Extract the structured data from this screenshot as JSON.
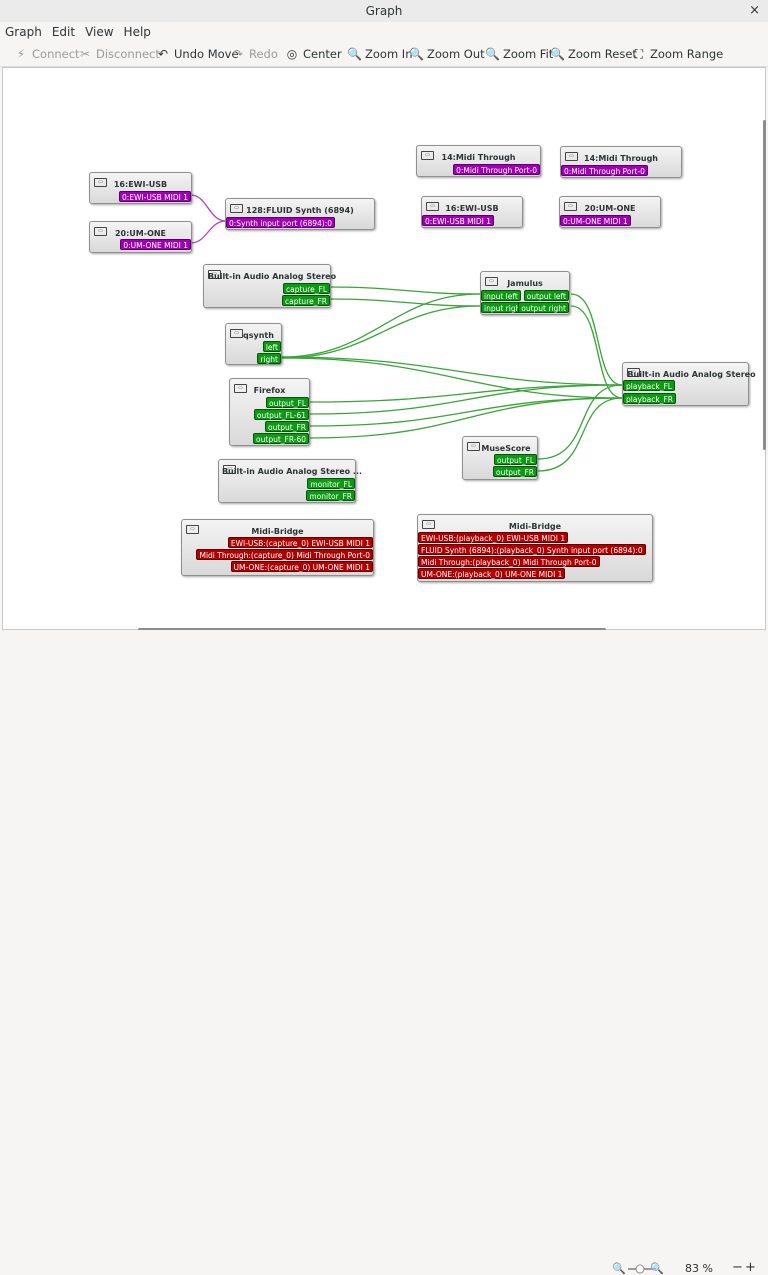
{
  "window": {
    "title": "Graph",
    "close_glyph": "×"
  },
  "menu": [
    "Graph",
    "Edit",
    "View",
    "Help"
  ],
  "toolbar": [
    {
      "label": "Connect",
      "icon": "connect-icon",
      "glyph": "⚡",
      "enabled": false
    },
    {
      "label": "Disconnect",
      "icon": "disconnect-icon",
      "glyph": "✂",
      "enabled": false
    },
    {
      "label": "Undo Move",
      "icon": "undo-icon",
      "glyph": "↶",
      "enabled": true
    },
    {
      "label": "Redo",
      "icon": "redo-icon",
      "glyph": "↷",
      "enabled": false
    },
    {
      "label": "Center",
      "icon": "center-icon",
      "glyph": "◎",
      "enabled": true
    },
    {
      "label": "Zoom In",
      "icon": "zoom-in-icon",
      "glyph": "🔍",
      "enabled": true
    },
    {
      "label": "Zoom Out",
      "icon": "zoom-out-icon",
      "glyph": "🔍",
      "enabled": true
    },
    {
      "label": "Zoom Fit",
      "icon": "zoom-fit-icon",
      "glyph": "🔍",
      "enabled": true
    },
    {
      "label": "Zoom Reset",
      "icon": "zoom-reset-icon",
      "glyph": "🔍",
      "enabled": true
    },
    {
      "label": "Zoom Range",
      "icon": "zoom-range-icon",
      "glyph": "⛶",
      "enabled": true
    }
  ],
  "colors": {
    "midi": "#a000b4",
    "audio": "#0c9a12",
    "alsa": "#b00000",
    "midi_wire": "#b73cc4",
    "audio_wire": "#3aa43a"
  },
  "nodes": {
    "ewi_usb_out": {
      "title": "16:EWI-USB",
      "ports": [
        "0:EWI-USB MIDI 1"
      ]
    },
    "um_one_out": {
      "title": "20:UM-ONE",
      "ports": [
        "0:UM-ONE MIDI 1"
      ]
    },
    "fluid_synth": {
      "title": "128:FLUID Synth (6894)",
      "ports": [
        "0:Synth input port (6894):0"
      ]
    },
    "midi_through_out": {
      "title": "14:Midi Through",
      "ports": [
        "0:Midi Through Port-0"
      ]
    },
    "midi_through_in": {
      "title": "14:Midi Through",
      "ports": [
        "0:Midi Through Port-0"
      ]
    },
    "ewi_usb_in": {
      "title": "16:EWI-USB",
      "ports": [
        "0:EWI-USB MIDI 1"
      ]
    },
    "um_one_in": {
      "title": "20:UM-ONE",
      "ports": [
        "0:UM-ONE MIDI 1"
      ]
    },
    "capture": {
      "title": "Built-in Audio Analog Stereo",
      "ports": [
        "capture_FL",
        "capture_FR"
      ]
    },
    "jamulus": {
      "title": "Jamulus",
      "in_ports": [
        "input left",
        "input right"
      ],
      "out_ports": [
        "output left",
        "output right"
      ]
    },
    "qsynth": {
      "title": "qsynth",
      "ports": [
        "left",
        "right"
      ]
    },
    "playback": {
      "title": "Built-in Audio Analog Stereo",
      "ports": [
        "playback_FL",
        "playback_FR"
      ]
    },
    "firefox": {
      "title": "Firefox",
      "ports": [
        "output_FL",
        "output_FL-61",
        "output_FR",
        "output_FR-60"
      ]
    },
    "musescore": {
      "title": "MuseScore",
      "ports": [
        "output_FL",
        "output_FR"
      ]
    },
    "monitor": {
      "title": "Built-in Audio Analog Stereo ...",
      "ports": [
        "monitor_FL",
        "monitor_FR"
      ]
    },
    "midi_bridge_out": {
      "title": "Midi-Bridge",
      "ports": [
        "EWI-USB:(capture_0) EWI-USB MIDI 1",
        "Midi Through:(capture_0) Midi Through Port-0",
        "UM-ONE:(capture_0) UM-ONE MIDI 1"
      ]
    },
    "midi_bridge_in": {
      "title": "Midi-Bridge",
      "ports": [
        "EWI-USB:(playback_0) EWI-USB MIDI 1",
        "FLUID Synth (6894):(playback_0) Synth input port (6894):0",
        "Midi Through:(playback_0) Midi Through Port-0",
        "UM-ONE:(playback_0) UM-ONE MIDI 1"
      ]
    }
  },
  "status": {
    "zoom": "83 %",
    "minus": "−",
    "plus": "+"
  }
}
